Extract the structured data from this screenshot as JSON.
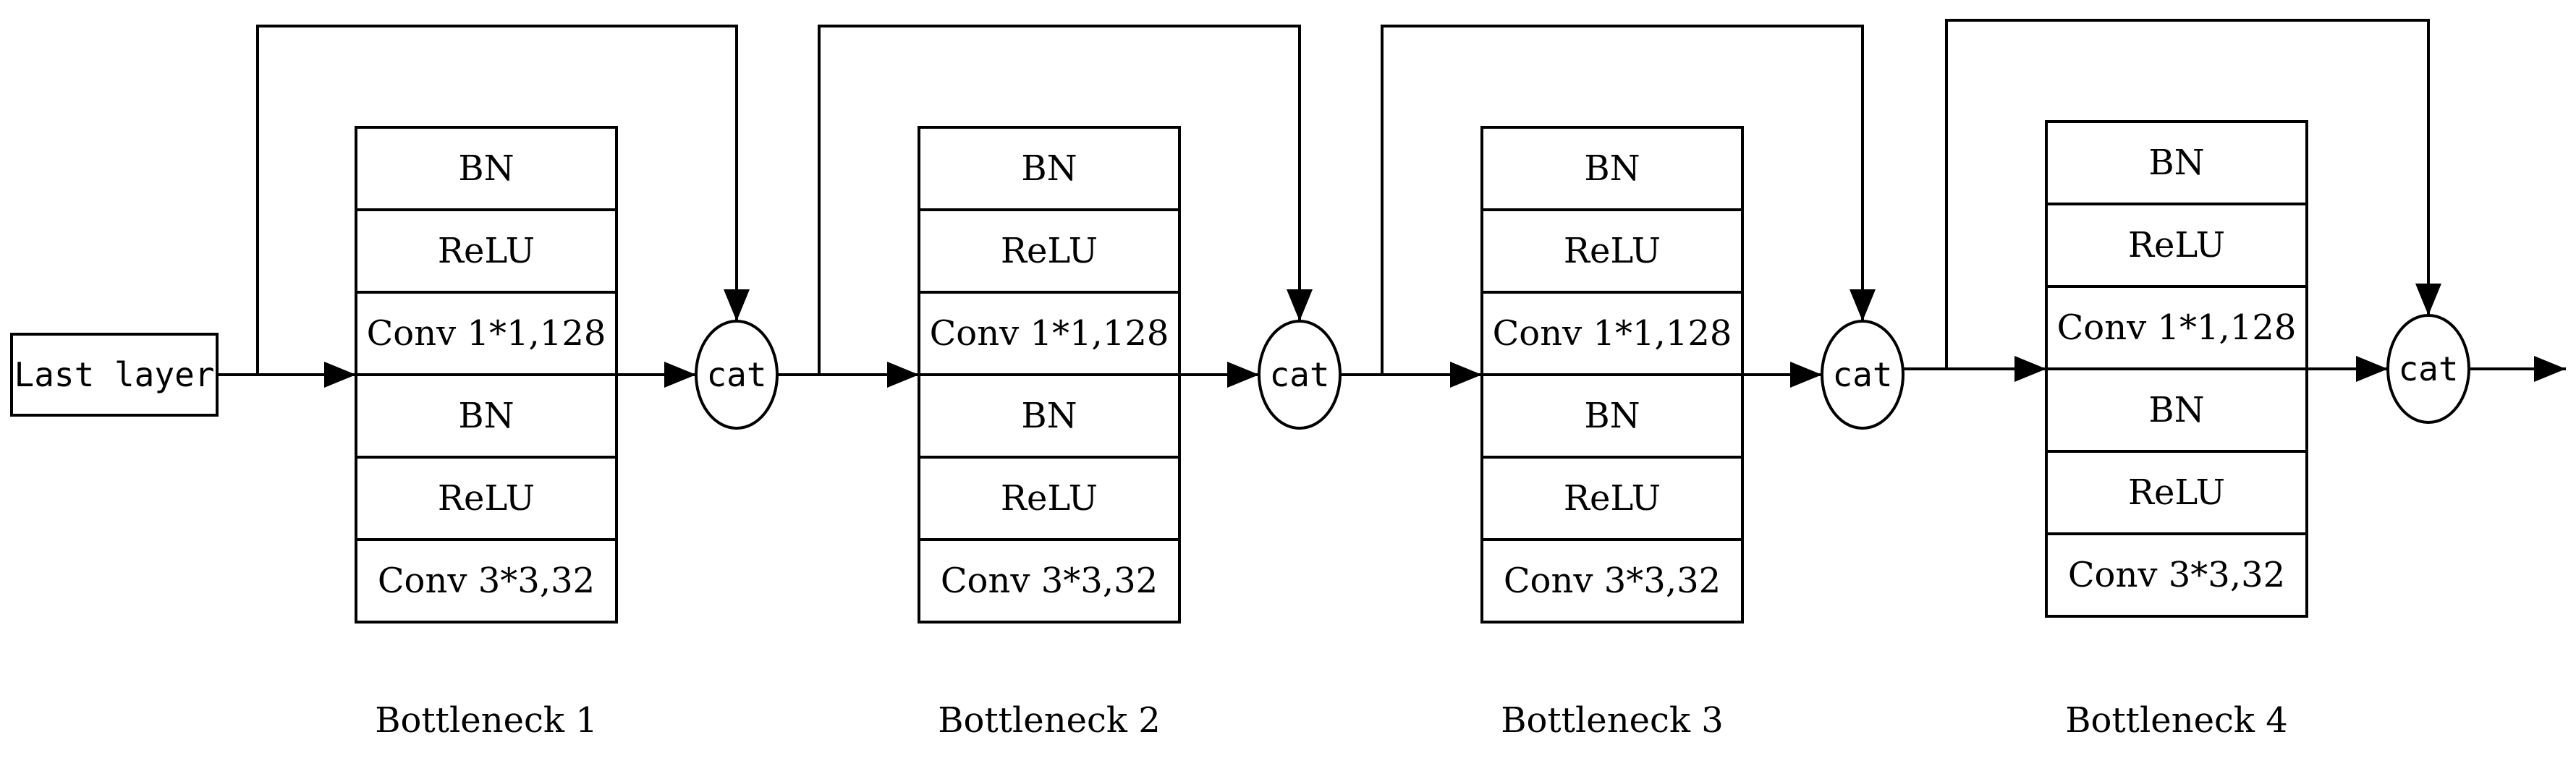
{
  "input": {
    "label": "Last layer"
  },
  "bottlenecks": [
    {
      "caption": "Bottleneck 1",
      "layers": [
        "BN",
        "ReLU",
        "Conv 1*1,128",
        "BN",
        "ReLU",
        "Conv 3*3,32"
      ],
      "cat_label": "cat"
    },
    {
      "caption": "Bottleneck 2",
      "layers": [
        "BN",
        "ReLU",
        "Conv 1*1,128",
        "BN",
        "ReLU",
        "Conv 3*3,32"
      ],
      "cat_label": "cat"
    },
    {
      "caption": "Bottleneck 3",
      "layers": [
        "BN",
        "ReLU",
        "Conv 1*1,128",
        "BN",
        "ReLU",
        "Conv 3*3,32"
      ],
      "cat_label": "cat"
    },
    {
      "caption": "Bottleneck 4",
      "layers": [
        "BN",
        "ReLU",
        "Conv 1*1,128",
        "BN",
        "ReLU",
        "Conv 3*3,32"
      ],
      "cat_label": "cat"
    }
  ]
}
